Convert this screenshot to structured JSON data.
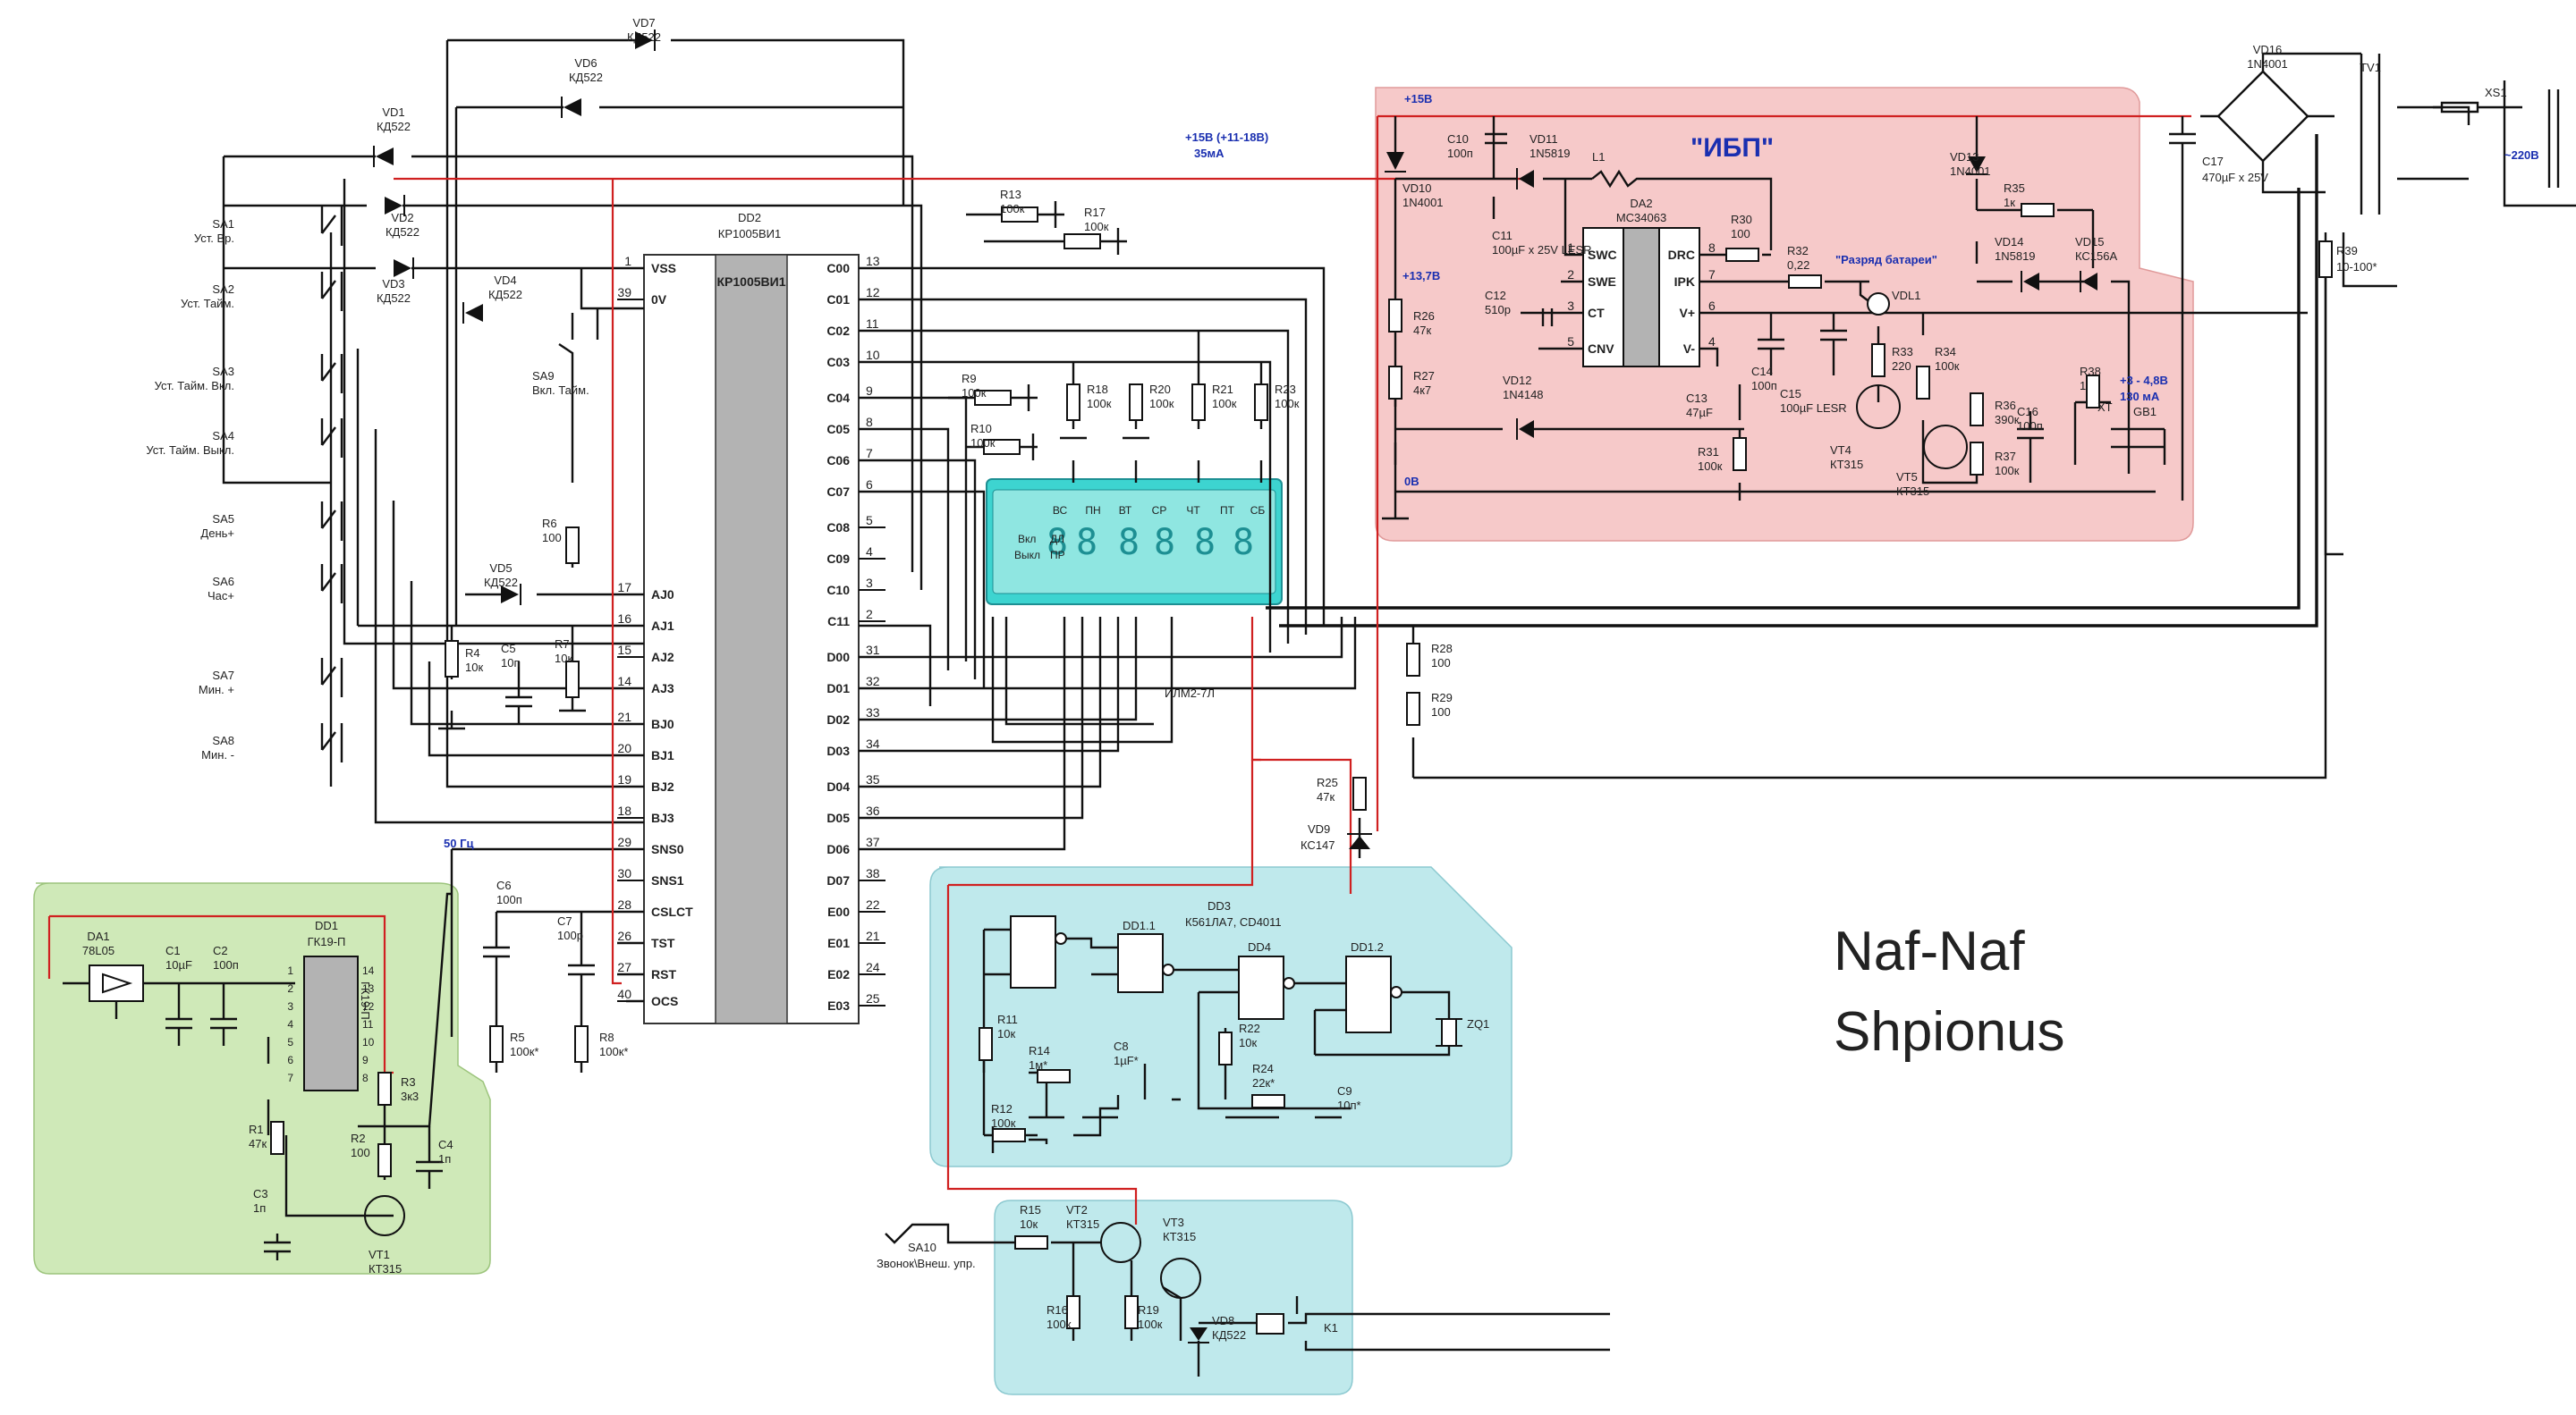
{
  "regions": {
    "ups_title": "\"ИБП\"",
    "brand_line1": "Naf-Naf",
    "brand_line2": "Shpionus"
  },
  "annotations": {
    "rail_15v_main": "+15В",
    "rail_15v_range": "+15В (+11-18В)",
    "rail_35ma": "35мА",
    "rail_137": "+13,7В",
    "rail_0v": "0В",
    "battery_discharge": "\"Разряд батареи\"",
    "battery_voltage": "+3 - 4,8В",
    "battery_current": "130 мА",
    "mains": "~220В",
    "freq_50": "50 Гц"
  },
  "dd2": {
    "ref": "DD2",
    "part": "КР1005ВИ1",
    "inner_label": "КР1005ВИ1",
    "left_pins": [
      {
        "name": "VSS",
        "num": "1"
      },
      {
        "name": "0V",
        "num": "39"
      },
      {
        "name": "AJ0",
        "num": "17"
      },
      {
        "name": "AJ1",
        "num": "16"
      },
      {
        "name": "AJ2",
        "num": "15"
      },
      {
        "name": "AJ3",
        "num": "14"
      },
      {
        "name": "BJ0",
        "num": "21"
      },
      {
        "name": "BJ1",
        "num": "20"
      },
      {
        "name": "BJ2",
        "num": "19"
      },
      {
        "name": "BJ3",
        "num": "18"
      },
      {
        "name": "SNS0",
        "num": "29"
      },
      {
        "name": "SNS1",
        "num": "30"
      },
      {
        "name": "CSLCT",
        "num": "28"
      },
      {
        "name": "TST",
        "num": "26"
      },
      {
        "name": "RST",
        "num": "27"
      },
      {
        "name": "OCS",
        "num": "40"
      }
    ],
    "right_pins": [
      {
        "name": "C00",
        "num": "13"
      },
      {
        "name": "C01",
        "num": "12"
      },
      {
        "name": "C02",
        "num": "11"
      },
      {
        "name": "C03",
        "num": "10"
      },
      {
        "name": "C04",
        "num": "9"
      },
      {
        "name": "C05",
        "num": "8"
      },
      {
        "name": "C06",
        "num": "7"
      },
      {
        "name": "C07",
        "num": "6"
      },
      {
        "name": "C08",
        "num": "5"
      },
      {
        "name": "C09",
        "num": "4"
      },
      {
        "name": "C10",
        "num": "3"
      },
      {
        "name": "C11",
        "num": "2"
      },
      {
        "name": "D00",
        "num": "31"
      },
      {
        "name": "D01",
        "num": "32"
      },
      {
        "name": "D02",
        "num": "33"
      },
      {
        "name": "D03",
        "num": "34"
      },
      {
        "name": "D04",
        "num": "35"
      },
      {
        "name": "D05",
        "num": "36"
      },
      {
        "name": "D06",
        "num": "37"
      },
      {
        "name": "D07",
        "num": "38"
      },
      {
        "name": "E00",
        "num": "22"
      },
      {
        "name": "E01",
        "num": "21"
      },
      {
        "name": "E02",
        "num": "24"
      },
      {
        "name": "E03",
        "num": "25"
      }
    ]
  },
  "display": {
    "ref": "ИЛМ2-7Л",
    "days": [
      "ВС",
      "ПН",
      "ВТ",
      "СР",
      "ЧТ",
      "ПТ",
      "СБ"
    ],
    "mode_on": "Вкл",
    "mode_dl": "ДЛ",
    "mode_off": "Выкл",
    "mode_pr": "ПР"
  },
  "switches": [
    {
      "ref": "SA1",
      "desc": "Уст. Вр."
    },
    {
      "ref": "SA2",
      "desc": "Уст. Тайм."
    },
    {
      "ref": "SA3",
      "desc": "Уст. Тайм. Вкл."
    },
    {
      "ref": "SA4",
      "desc": "Уст. Тайм. Выкл."
    },
    {
      "ref": "SA5",
      "desc": "День+"
    },
    {
      "ref": "SA6",
      "desc": "Час+"
    },
    {
      "ref": "SA7",
      "desc": "Мин. +"
    },
    {
      "ref": "SA8",
      "desc": "Мин. -"
    },
    {
      "ref": "SA9",
      "desc": "Вкл. Тайм."
    },
    {
      "ref": "SA10",
      "desc": "Звонок\\Внеш. упр."
    }
  ],
  "diodes_top": [
    {
      "ref": "VD7",
      "part": "КД522"
    },
    {
      "ref": "VD6",
      "part": "КД522"
    },
    {
      "ref": "VD1",
      "part": "КД522"
    },
    {
      "ref": "VD2",
      "part": "КД522"
    },
    {
      "ref": "VD3",
      "part": "КД522"
    },
    {
      "ref": "VD4",
      "part": "КД522"
    },
    {
      "ref": "VD5",
      "part": "КД522"
    }
  ],
  "dd2_aux": [
    {
      "ref": "R4",
      "val": "10к"
    },
    {
      "ref": "C5",
      "val": "10п"
    },
    {
      "ref": "R6",
      "val": "100"
    },
    {
      "ref": "R7",
      "val": "10к"
    },
    {
      "ref": "C6",
      "val": "100п"
    },
    {
      "ref": "C7",
      "val": "100р"
    },
    {
      "ref": "R5",
      "val": "100к*"
    },
    {
      "ref": "R8",
      "val": "100к*"
    }
  ],
  "upper_resistors": [
    {
      "ref": "R13",
      "val": "100к"
    },
    {
      "ref": "R17",
      "val": "100к"
    },
    {
      "ref": "R9",
      "val": "100к"
    },
    {
      "ref": "R10",
      "val": "100к"
    },
    {
      "ref": "R18",
      "val": "100к"
    },
    {
      "ref": "R20",
      "val": "100к"
    },
    {
      "ref": "R21",
      "val": "100к"
    },
    {
      "ref": "R23",
      "val": "100к"
    },
    {
      "ref": "R28",
      "val": "100"
    },
    {
      "ref": "R29",
      "val": "100"
    },
    {
      "ref": "R25",
      "val": "47к"
    }
  ],
  "vd9": {
    "ref": "VD9",
    "part": "КС147"
  },
  "green": {
    "da1_ref": "DA1",
    "da1_part": "78L05",
    "dd1_ref": "DD1",
    "dd1_part": "ГК19-П",
    "dd1_body": "ГК19-П",
    "parts": [
      {
        "ref": "C1",
        "val": "10µF"
      },
      {
        "ref": "C2",
        "val": "100п"
      },
      {
        "ref": "R3",
        "val": "3к3"
      },
      {
        "ref": "R1",
        "val": "47к"
      },
      {
        "ref": "R2",
        "val": "100"
      },
      {
        "ref": "C3",
        "val": "1п"
      },
      {
        "ref": "C4",
        "val": "1п"
      },
      {
        "ref": "VT1",
        "val": "КТ315"
      }
    ],
    "pins_left": [
      "1",
      "2",
      "3",
      "4",
      "5",
      "6",
      "7"
    ],
    "pins_right": [
      "14",
      "13",
      "12",
      "11",
      "10",
      "9",
      "8"
    ]
  },
  "cyan": {
    "dd3_ref": "DD3",
    "dd3_part": "К561ЛА7, CD4011",
    "gates": [
      "DD1.1",
      "DD4",
      "DD1.2"
    ],
    "parts": [
      {
        "ref": "R11",
        "val": "10к"
      },
      {
        "ref": "R14",
        "val": "1м*"
      },
      {
        "ref": "C8",
        "val": "1µF*"
      },
      {
        "ref": "R12",
        "val": "100к"
      },
      {
        "ref": "R22",
        "val": "10к"
      },
      {
        "ref": "R24",
        "val": "22к*"
      },
      {
        "ref": "C9",
        "val": "10п*"
      },
      {
        "ref": "ZQ1",
        "val": ""
      }
    ]
  },
  "blue_block": {
    "parts": [
      {
        "ref": "R15",
        "val": "10к"
      },
      {
        "ref": "VT2",
        "val": "КТ315"
      },
      {
        "ref": "VT3",
        "val": "КТ315"
      },
      {
        "ref": "R16",
        "val": "100к"
      },
      {
        "ref": "R19",
        "val": "100к"
      },
      {
        "ref": "VD8",
        "val": "КД522"
      },
      {
        "ref": "K1",
        "val": ""
      }
    ]
  },
  "ups": {
    "da2_ref": "DA2",
    "da2_part": "MC34063",
    "da2_left": [
      {
        "name": "SWC",
        "num": "1"
      },
      {
        "name": "SWE",
        "num": "2"
      },
      {
        "name": "CT",
        "num": "3"
      },
      {
        "name": "CNV",
        "num": "5"
      }
    ],
    "da2_right": [
      {
        "name": "DRC",
        "num": "8"
      },
      {
        "name": "IPK",
        "num": "7"
      },
      {
        "name": "V+",
        "num": "6"
      },
      {
        "name": "V-",
        "num": "4"
      }
    ],
    "parts": [
      {
        "ref": "C10",
        "val": "100п"
      },
      {
        "ref": "VD11",
        "val": "1N5819"
      },
      {
        "ref": "L1",
        "val": ""
      },
      {
        "ref": "VD10",
        "val": "1N4001"
      },
      {
        "ref": "C11",
        "val": "100µF x 25V LESR"
      },
      {
        "ref": "R30",
        "val": "100"
      },
      {
        "ref": "R32",
        "val": "0,22"
      },
      {
        "ref": "C12",
        "val": "510р"
      },
      {
        "ref": "R26",
        "val": "47к"
      },
      {
        "ref": "R27",
        "val": "4к7"
      },
      {
        "ref": "VD12",
        "val": "1N4148"
      },
      {
        "ref": "C13",
        "val": "47µF"
      },
      {
        "ref": "C14",
        "val": "100п"
      },
      {
        "ref": "C15",
        "val": "100µF LESR"
      },
      {
        "ref": "R31",
        "val": "100к"
      },
      {
        "ref": "VDL1",
        "val": ""
      },
      {
        "ref": "R33",
        "val": "220"
      },
      {
        "ref": "R34",
        "val": "100к"
      },
      {
        "ref": "VT4",
        "val": "КТ315"
      },
      {
        "ref": "VT5",
        "val": "КТ315"
      },
      {
        "ref": "VD13",
        "val": "1N4001"
      },
      {
        "ref": "R35",
        "val": "1к"
      },
      {
        "ref": "VD14",
        "val": "1N5819"
      },
      {
        "ref": "VD15",
        "val": "КС156А"
      },
      {
        "ref": "R36",
        "val": "390к"
      },
      {
        "ref": "R37",
        "val": "100к"
      },
      {
        "ref": "C16",
        "val": "100п"
      },
      {
        "ref": "R38",
        "val": "1"
      },
      {
        "ref": "XT",
        "val": ""
      },
      {
        "ref": "GB1",
        "val": ""
      }
    ]
  },
  "power": {
    "vd16_ref": "VD16",
    "vd16_part": "1N4001",
    "tv1": "TV1",
    "xs1": "XS1",
    "c17_ref": "C17",
    "c17_val": "470µF x 25V",
    "r39_ref": "R39",
    "r39_val": "10-100*"
  }
}
